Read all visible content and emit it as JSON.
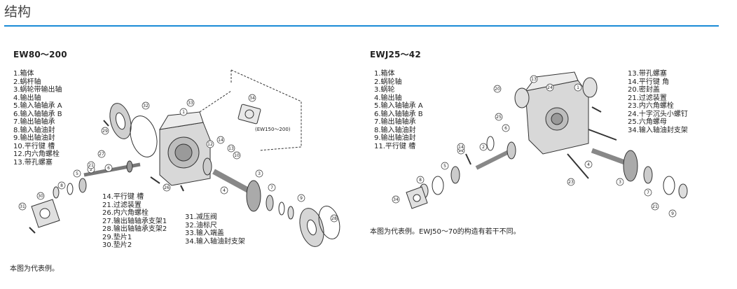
{
  "page": {
    "title": "结构",
    "accent_color": "#1a8bd6"
  },
  "left": {
    "heading": "EW80～200",
    "parts_list_1": [
      "1.箱体",
      "2.蜗杆轴",
      "3.蜗轮带输出轴",
      "4.输出轴",
      "5.输入轴轴承 A",
      "6.输入轴轴承 B",
      "7.输出轴轴承",
      "8.输入轴油封",
      "9.输出轴油封",
      "10.平行键 槽",
      "12.内六角螺栓",
      "13.带孔螺塞"
    ],
    "parts_list_2": [
      "14.平行键 槽",
      "21.过滤装置",
      "26.内六角螺栓",
      "27.输出轴轴承支架1",
      "28.输出轴轴承支架2",
      "29.垫片1",
      "30.垫片2"
    ],
    "parts_list_3": [
      "31.减压阀",
      "32.油标尺",
      "33.输入端盖",
      "34.输入轴油封支架"
    ],
    "inset_label": "(EW150～200)",
    "caption": "本图为代表例。",
    "callouts": [
      "1",
      "2",
      "3",
      "4",
      "5",
      "6",
      "7",
      "8",
      "9",
      "10",
      "12",
      "13",
      "14",
      "21",
      "26",
      "27",
      "28",
      "29",
      "30",
      "31",
      "32",
      "33",
      "34"
    ]
  },
  "right": {
    "heading": "EWJ25～42",
    "parts_list_1": [
      "1.箱体",
      "2.蜗轮轴",
      "3.蜗轮",
      "4.输出轴",
      "5.输入轴轴承 A",
      "6.输入轴轴承 B",
      "7.输出轴轴承",
      "8.输入轴油封",
      "9.输出轴油封",
      "11.平行键 槽"
    ],
    "parts_list_2": [
      "13.带孔螺塞",
      "14.平行键 角",
      "20.密封盖",
      "21.过滤装置",
      "23.内六角螺栓",
      "24.十字沉头小螺钉",
      "25.六角螺母",
      "34.输入轴油封支架"
    ],
    "caption": "本图为代表例。EWJ50～70的构造有若干不同。",
    "callouts": [
      "1",
      "2",
      "3",
      "4",
      "5",
      "6",
      "7",
      "8",
      "9",
      "11",
      "13",
      "14",
      "20",
      "21",
      "23",
      "24",
      "25",
      "34"
    ]
  }
}
